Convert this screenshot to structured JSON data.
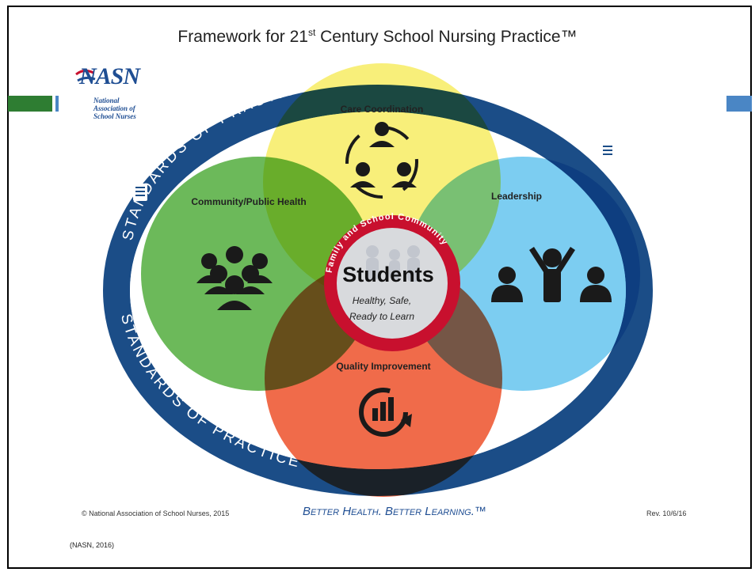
{
  "title": {
    "main": "Framework for 21",
    "sup": "st",
    "rest": " Century School Nursing Practice™"
  },
  "logo": {
    "word": "NASN",
    "line1": "National",
    "line2": "Association of",
    "line3": "School Nurses"
  },
  "ring": {
    "text": "STANDARDS OF PRACTICE",
    "color": "#1b4d87"
  },
  "circles": {
    "care": {
      "label": "Care Coordination",
      "color": "#f8ef7a"
    },
    "community": {
      "label": "Community/Public Health",
      "color": "#6cb95a"
    },
    "leadership": {
      "label": "Leadership",
      "color": "#7ccdf1"
    },
    "quality": {
      "label": "Quality Improvement",
      "color": "#f06b4a"
    }
  },
  "center": {
    "arc_text": "Family and School Community",
    "title": "Students",
    "line1": "Healthy, Safe,",
    "line2": "Ready to Learn",
    "ring_color": "#c8102e"
  },
  "footer": {
    "left": "© National Association of School Nurses, 2015",
    "middle": "Better Health. Better Learning.™",
    "right": "Rev. 10/6/16"
  },
  "citation": "(NASN, 2016)",
  "icons": [
    "clipboard-icon",
    "group-icon",
    "crowd-icon",
    "team-celebrate-icon",
    "chart-cycle-icon"
  ]
}
